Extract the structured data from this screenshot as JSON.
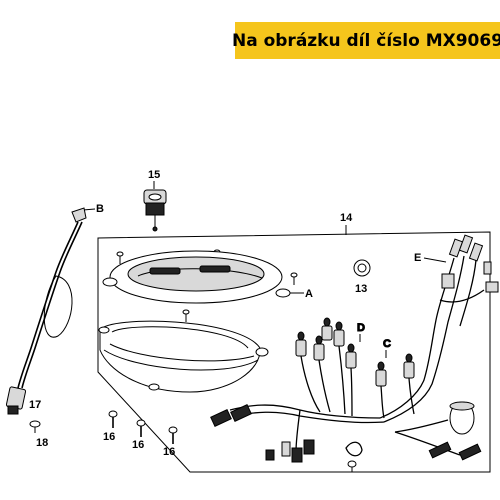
{
  "banner": {
    "text": "Na obrázku díl číslo MX9069"
  },
  "labels": {
    "cable_end": "B",
    "meter_lens": "A",
    "wire_harness": "E",
    "connector_c": "C",
    "connector_d": "D",
    "switch": "15",
    "assembly": "14",
    "grommet": "13",
    "cable": "17",
    "screw_18": "18",
    "screw_16a": "16",
    "screw_16b": "16",
    "screw_16c": "16"
  }
}
